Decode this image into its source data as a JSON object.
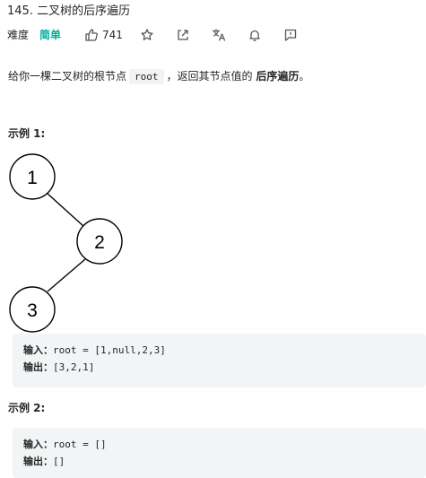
{
  "problem": {
    "title": "145. 二叉树的后序遍历",
    "difficulty_label": "难度",
    "difficulty_value": "简单",
    "likes": "741"
  },
  "toolbar": {
    "icons": [
      "thumbs-up-icon",
      "star-icon",
      "share-icon",
      "translate-icon",
      "bell-icon",
      "feedback-icon"
    ]
  },
  "description": {
    "prefix": "给你一棵二叉树的根节点",
    "code": "root",
    "middle": "，返回其节点值的",
    "bold": "后序遍历",
    "suffix": "。"
  },
  "examples": [
    {
      "title": "示例 1:",
      "tree_nodes": [
        "1",
        "2",
        "3"
      ],
      "input_label": "输入：",
      "input_value": "root = [1,null,2,3]",
      "output_label": "输出：",
      "output_value": "[3,2,1]"
    },
    {
      "title": "示例 2:",
      "input_label": "输入：",
      "input_value": "root = []",
      "output_label": "输出：",
      "output_value": "[]"
    }
  ],
  "colors": {
    "easy": "#00af9b",
    "code_bg": "#f3f4f5",
    "text": "#262626"
  }
}
